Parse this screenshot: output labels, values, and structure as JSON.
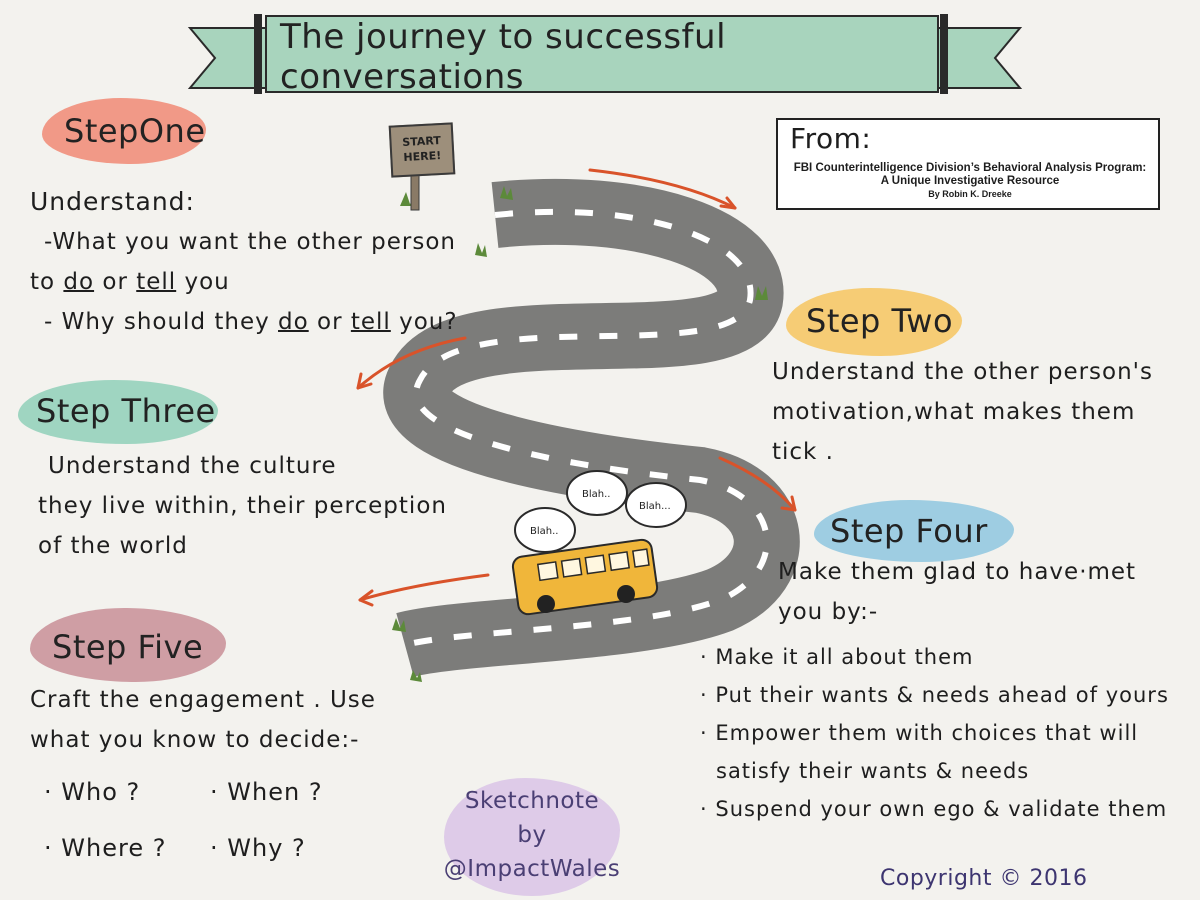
{
  "banner": {
    "title": "The journey to successful conversations"
  },
  "sign": {
    "line1": "START",
    "line2": "HERE!"
  },
  "from_box": {
    "label": "From:",
    "title_line1": "FBI Counterintelligence Division’s Behavioral Analysis Program:",
    "title_line2": "A Unique Investigative Resource",
    "author": "By Robin K. Dreeke"
  },
  "step_one": {
    "heading": "StepOne",
    "intro": "Understand:",
    "line1": "-What you want the other person",
    "line2_pre": "to ",
    "do1": "do",
    "or1": " or ",
    "tell1": "tell",
    "line2_post": " you",
    "line3_pre": "- Why should they ",
    "do2": "do",
    "or2": " or ",
    "tell2": "tell",
    "line3_post": " you?"
  },
  "step_two": {
    "heading": "Step Two",
    "line1": "Understand the other person's",
    "line2": "motivation,what makes them",
    "line3": "tick ."
  },
  "step_three": {
    "heading": "Step Three",
    "line1": "Understand the culture",
    "line2": "they live within, their perception",
    "line3": "of the world"
  },
  "step_four": {
    "heading": "Step Four",
    "line1": "Make them glad to have·met",
    "line2": "you by:-",
    "bullets": [
      "Make it all about them",
      "Put their wants & needs ahead of yours",
      "Empower them with choices that will",
      "satisfy their wants & needs",
      "Suspend your own ego & validate them"
    ]
  },
  "step_five": {
    "heading": "Step Five",
    "line1": "Craft the engagement . Use",
    "line2": "what you know to decide:-",
    "who": "Who ?",
    "when": "When ?",
    "where": "Where ?",
    "why": "Why ?"
  },
  "bubbles": {
    "b1": "Blah..",
    "b2": "Blah..",
    "b3": "Blah..."
  },
  "sketchnote": {
    "line1": "Sketchnote",
    "line2": "by",
    "line3": "@ImpactWales"
  },
  "copyright": "Copyright © 2016",
  "colors": {
    "banner": "#a8d4bd",
    "step_one": "#f08a74",
    "step_two": "#f6c65f",
    "step_three": "#8fd0b8",
    "step_four": "#8ec7df",
    "step_five": "#c88f96",
    "sketchnote": "#d9c4e6",
    "road": "#7c7c7a",
    "arrow": "#d9532a",
    "bus": "#f0b63a"
  }
}
